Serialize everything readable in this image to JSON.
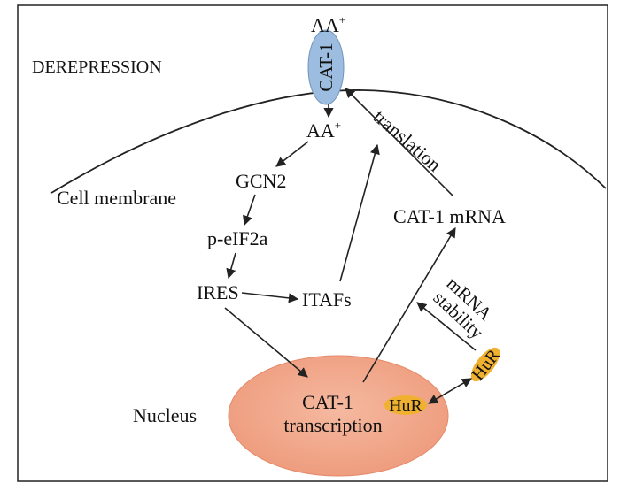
{
  "labels": {
    "aa_outside": "AA",
    "aa_outside_sup": "+",
    "cat1_transporter": "CAT-1",
    "derepression": "DEREPRESSION",
    "aa_inside": "AA",
    "aa_inside_sup": "+",
    "translation": "translation",
    "gcn2": "GCN2",
    "cell_membrane": "Cell membrane",
    "cat1_mrna": "CAT-1 mRNA",
    "peif2a": "p-eIF2a",
    "ires": "IRES",
    "itafs": "ITAFs",
    "mrna_stability_line1": "mRNA",
    "mrna_stability_line2": "stability",
    "hur_outside": "HuR",
    "nucleus": "Nucleus",
    "transcription_line1": "CAT-1",
    "transcription_line2": "transcription",
    "hur_inside": "HuR"
  },
  "colors": {
    "transporter_fill": "#9dbde0",
    "transporter_stroke": "#6f93bd",
    "nucleus_fill": "#f2a688",
    "nucleus_stroke": "#e48a6a",
    "hur_fill": "#f0b030",
    "line": "#222222"
  }
}
